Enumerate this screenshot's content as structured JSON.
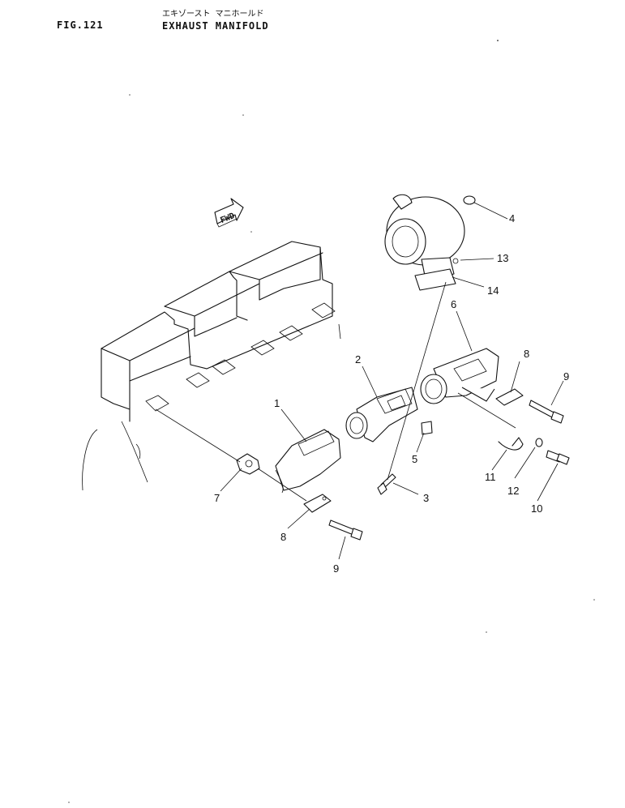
{
  "header": {
    "fig_label": "FIG.121",
    "title_jp": "エキゾースト マニホールド",
    "title_en": "EXHAUST MANIFOLD"
  },
  "direction_label": "FWD",
  "callouts": [
    "1",
    "2",
    "3",
    "4",
    "5",
    "6",
    "7",
    "8",
    "8",
    "9",
    "9",
    "10",
    "11",
    "12",
    "13",
    "14"
  ]
}
